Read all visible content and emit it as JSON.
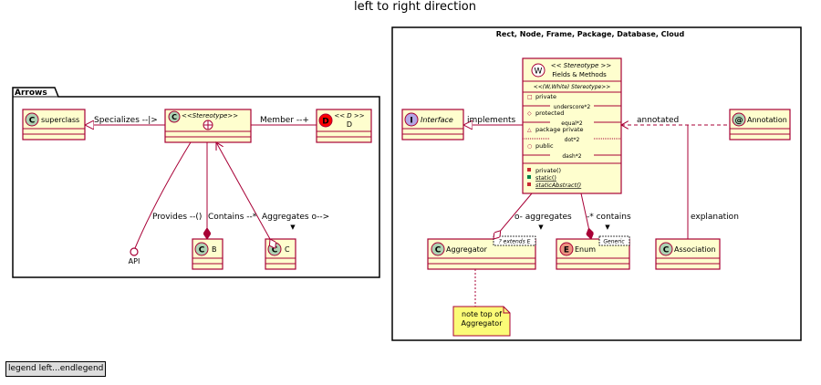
{
  "title": "left to right direction",
  "legend": "legend left...endlegend",
  "colors": {
    "class_fill": "#FEFECE",
    "class_border": "#A80036",
    "circle_class": "#ADD1B2",
    "circle_interface": "#B4A7E5",
    "circle_enum": "#EB937F",
    "circle_annotation": "#ADD1B2",
    "circle_d": "#FF0000",
    "note_fill": "#FBFB77"
  },
  "packages": {
    "arrows": {
      "title": "Arrows",
      "classes": {
        "superclass": {
          "letter": "C",
          "name": "superclass"
        },
        "stereo": {
          "letter": "C",
          "stereotype": "<<Stereotype>>"
        },
        "d": {
          "letter": "D",
          "stereotype": "<< D >>",
          "name": "D"
        },
        "b": {
          "letter": "C",
          "name": "B"
        },
        "c": {
          "letter": "C",
          "name": "C"
        }
      },
      "api_label": "API",
      "links": {
        "specializes": "Specializes --|>",
        "member": "Member --+",
        "provides": "Provides --()",
        "contains": "Contains --*",
        "aggregates": "Aggregates o-->",
        "aggregates_arrow": "▼"
      }
    },
    "rect": {
      "title": "Rect, Node, Frame, Package, Database, Cloud",
      "interface": {
        "letter": "I",
        "name": "Interface"
      },
      "annotation": {
        "letter": "@",
        "name": "Annotation"
      },
      "main": {
        "letter": "W",
        "stereotype": "<< Stereotype >>",
        "name": "Fields & Methods",
        "banner": "<<(W,White) Stereotype>>",
        "fields": [
          {
            "vis": "□",
            "text": "private"
          },
          {
            "separator": "underscore*2"
          },
          {
            "vis": "◇",
            "text": "protected"
          },
          {
            "separator": "equal*2"
          },
          {
            "vis": "△",
            "text": "package private"
          },
          {
            "separator": "dot*2"
          },
          {
            "vis": "○",
            "text": "public"
          },
          {
            "separator": "dash*2"
          }
        ],
        "methods": [
          "private()",
          "static()",
          "staticAbstract()"
        ]
      },
      "aggregator": {
        "letter": "C",
        "name": "Aggregator",
        "generic": "? extends E"
      },
      "enum": {
        "letter": "E",
        "name": "Enum",
        "generic": "Generic"
      },
      "association": {
        "letter": "C",
        "name": "Association"
      },
      "note": "note top of\nAggregator",
      "links": {
        "implements": "implements",
        "annotated": "annotated",
        "aggregates": "o- aggregates",
        "contains": "-* contains",
        "explanation": "explanation",
        "arrow": "▼"
      }
    }
  }
}
